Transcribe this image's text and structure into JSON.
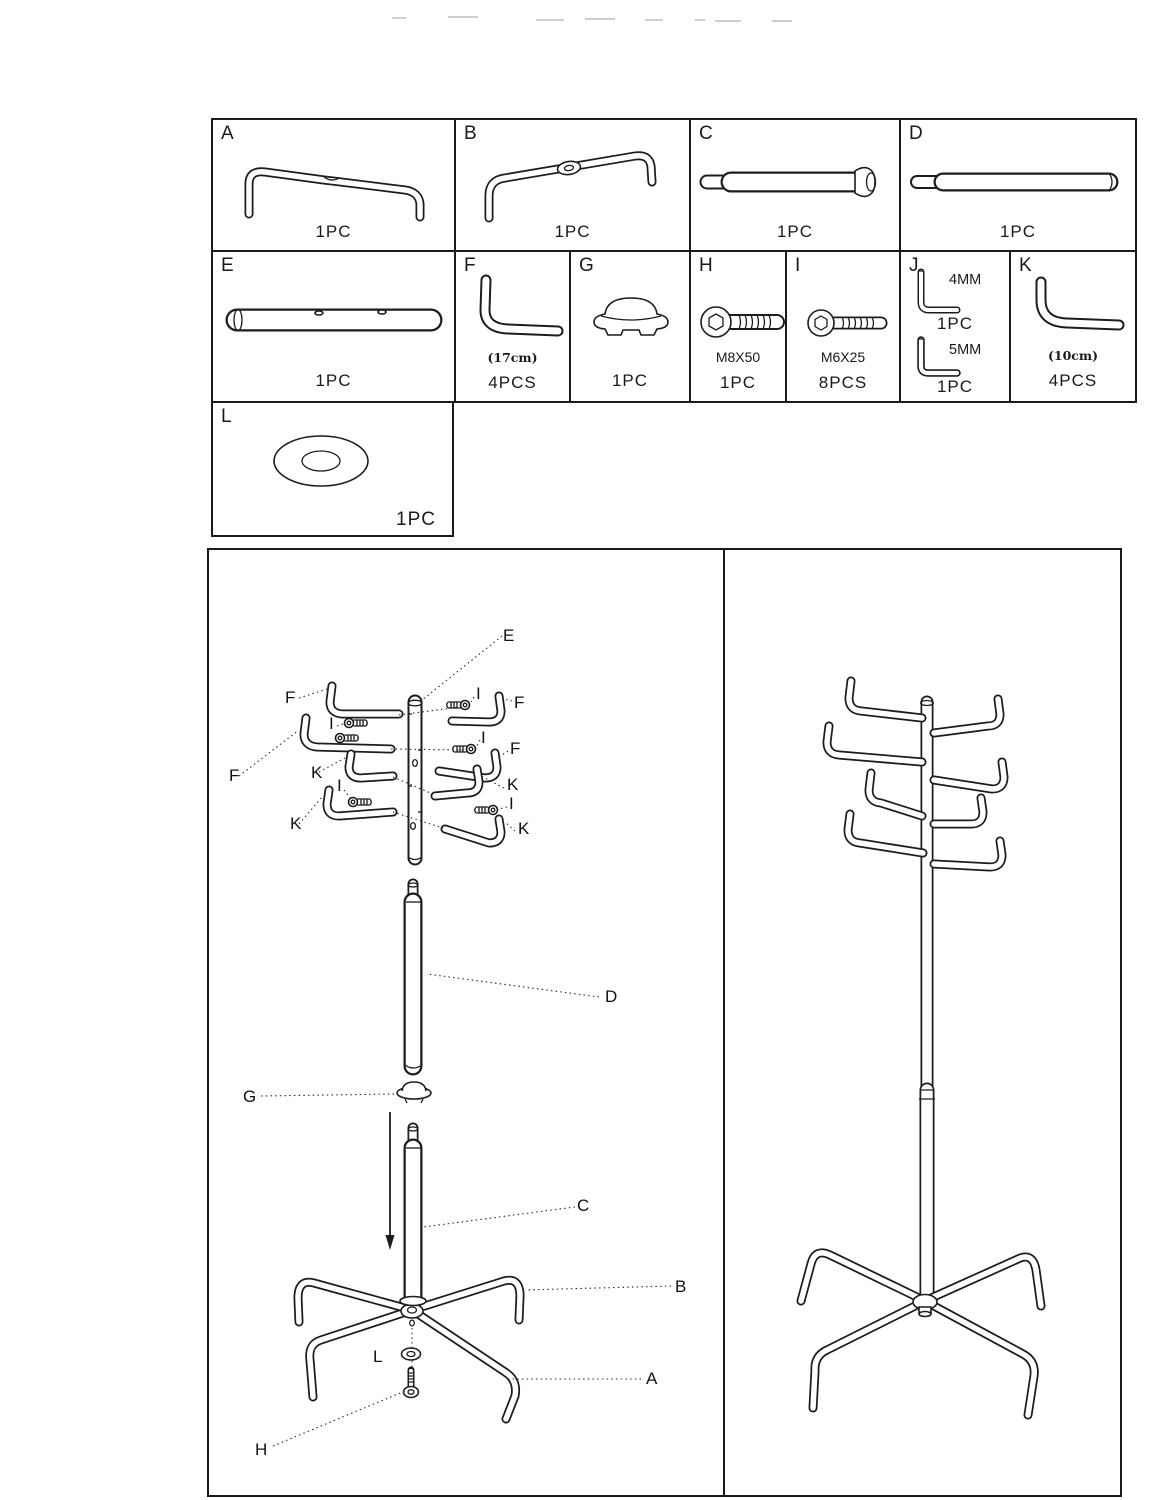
{
  "letters": {
    "A": "A",
    "B": "B",
    "C": "C",
    "D": "D",
    "E": "E",
    "F": "F",
    "G": "G",
    "H": "H",
    "I": "I",
    "J": "J",
    "K": "K",
    "L": "L"
  },
  "parts": {
    "a": {
      "label": "A",
      "qty": "1PC"
    },
    "b": {
      "label": "B",
      "qty": "1PC"
    },
    "c": {
      "label": "C",
      "qty": "1PC"
    },
    "d": {
      "label": "D",
      "qty": "1PC"
    },
    "e": {
      "label": "E",
      "qty": "1PC"
    },
    "f": {
      "label": "F",
      "size": "(17cm)",
      "qty": "4PCS"
    },
    "g": {
      "label": "G",
      "qty": "1PC"
    },
    "h": {
      "label": "H",
      "spec": "M8X50",
      "qty": "1PC"
    },
    "i": {
      "label": "I",
      "spec": "M6X25",
      "qty": "8PCS"
    },
    "j": {
      "label": "J",
      "key1_size": "4MM",
      "key1_qty": "1PC",
      "key2_size": "5MM",
      "key2_qty": "1PC"
    },
    "k": {
      "label": "K",
      "size": "(10cm)",
      "qty": "4PCS"
    },
    "l": {
      "label": "L",
      "qty": "1PC"
    }
  }
}
